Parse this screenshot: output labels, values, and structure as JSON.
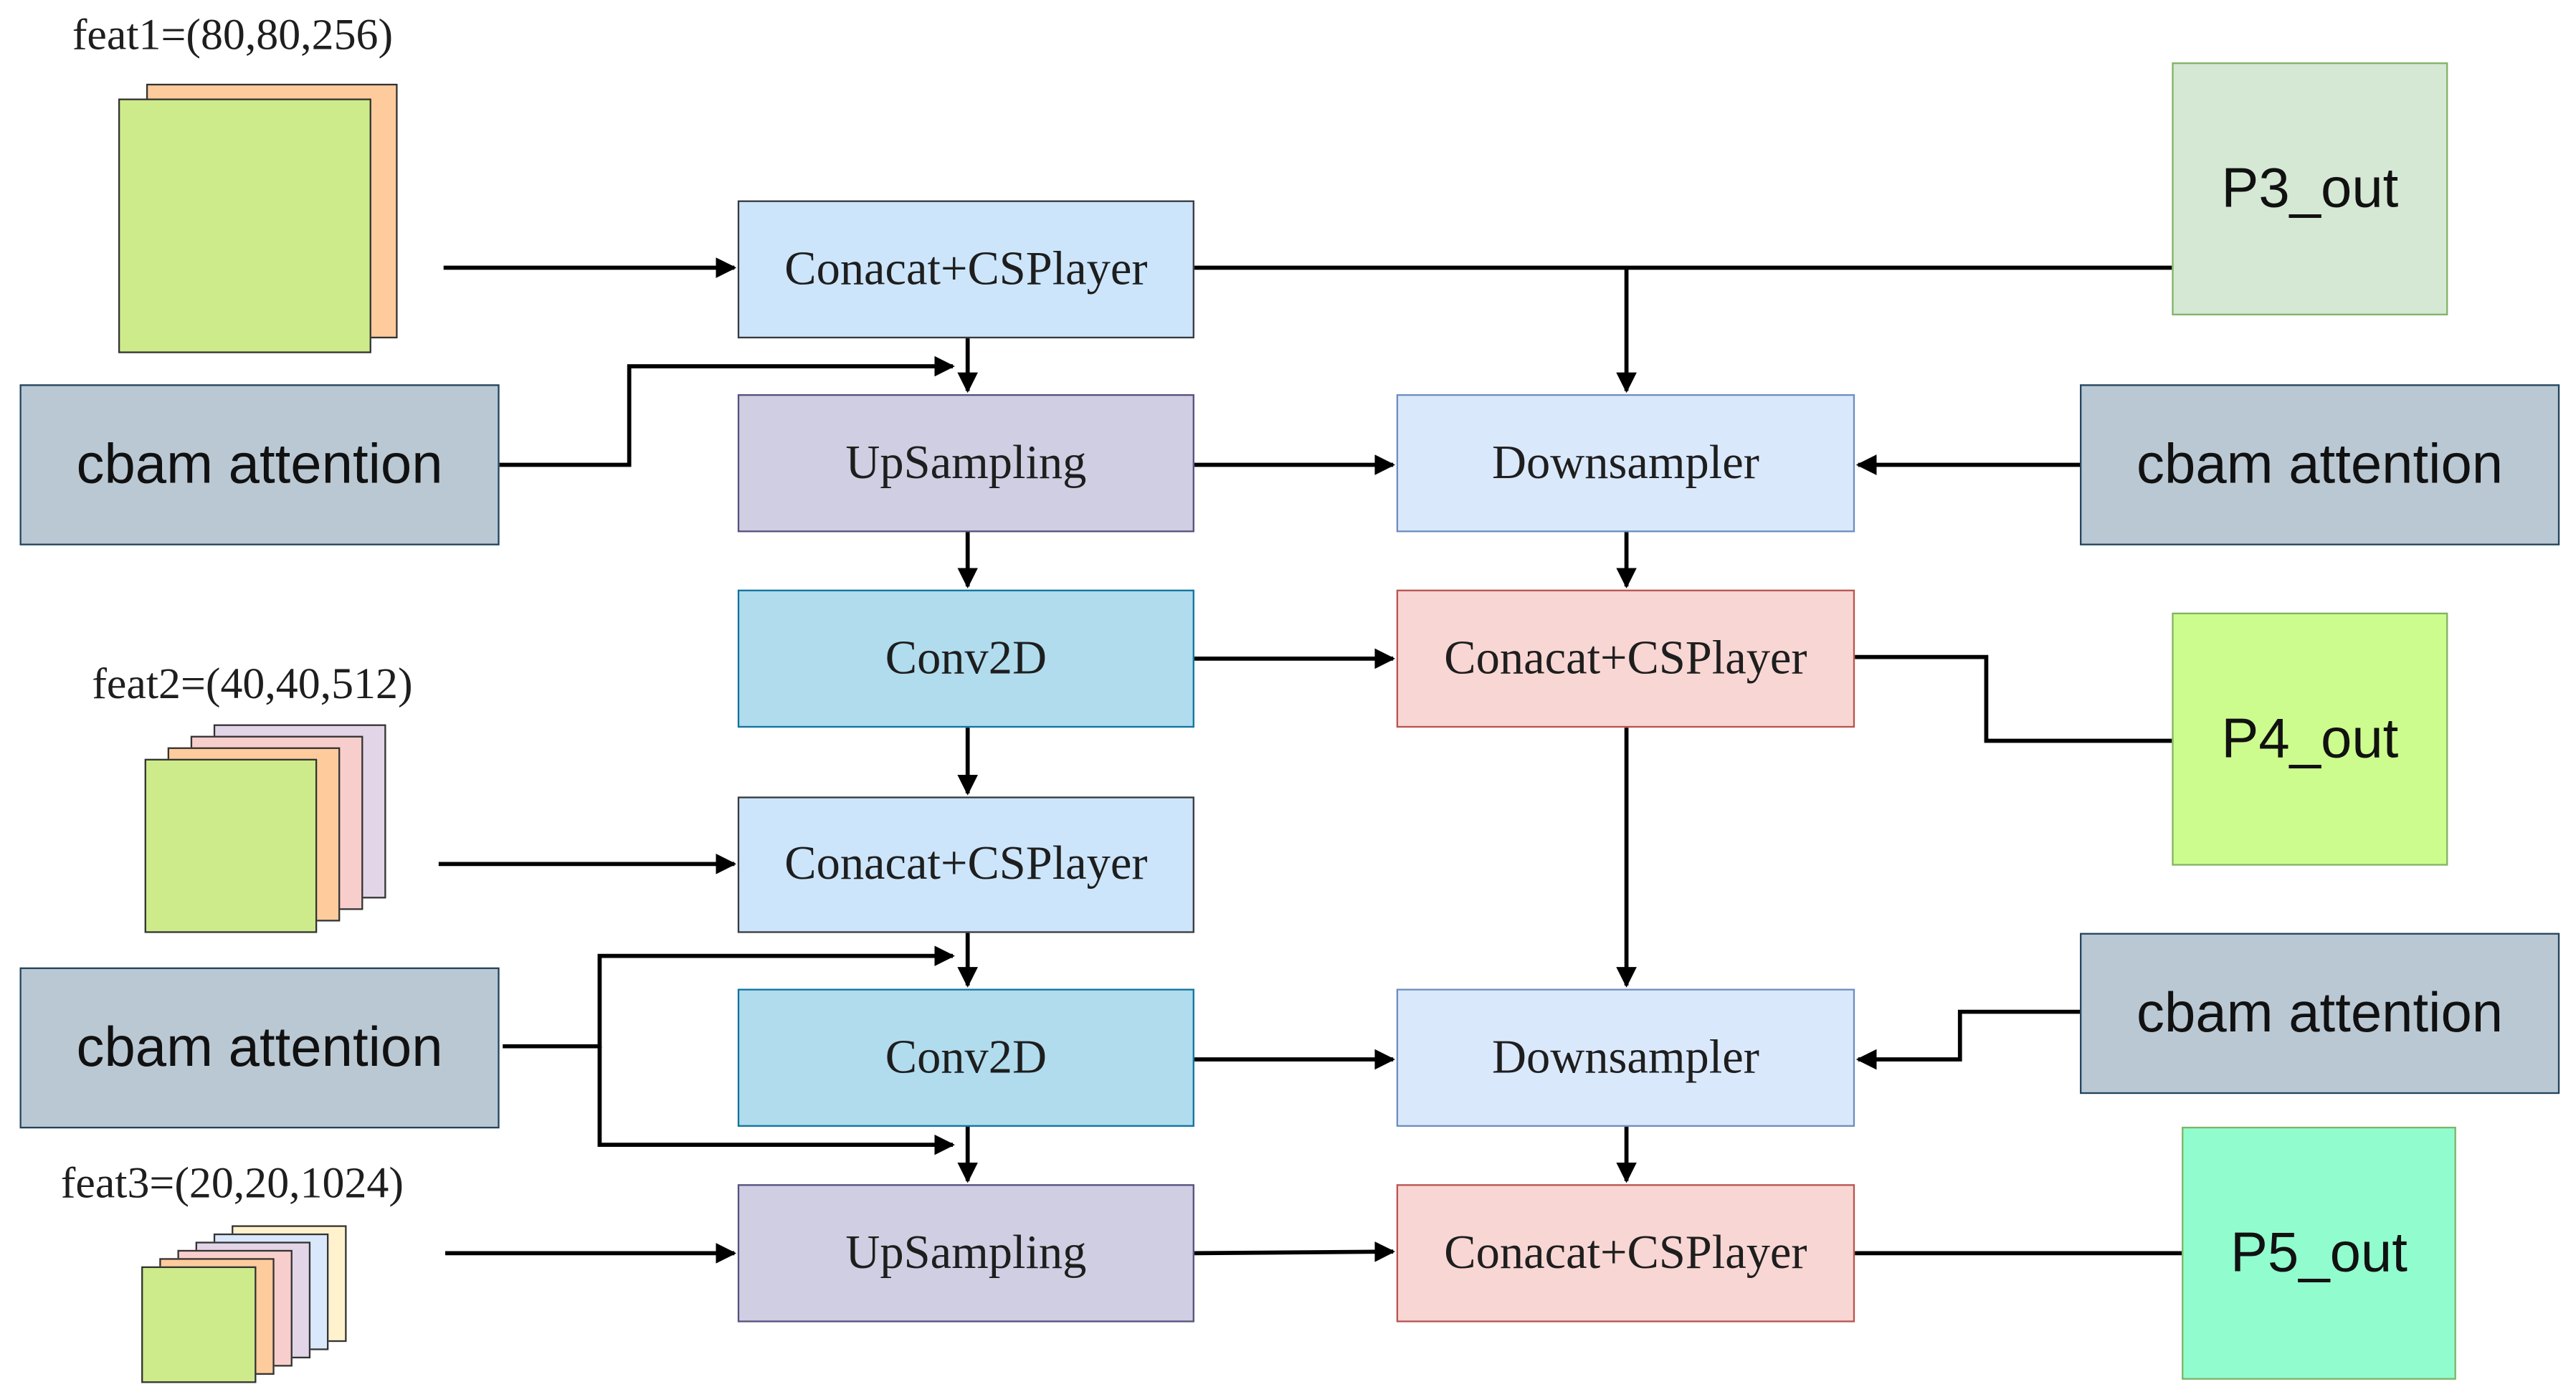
{
  "inputs": {
    "feat1": "feat1=(80,80,256)",
    "feat2": "feat2=(40,40,512)",
    "feat3": "feat3=(20,20,1024)"
  },
  "blocks": {
    "concat_top": "Conacat+CSPlayer",
    "upsample_top": "UpSampling",
    "conv_top": "Conv2D",
    "concat_mid": "Conacat+CSPlayer",
    "conv_mid": "Conv2D",
    "upsample_bottom": "UpSampling",
    "downsampler_top": "Downsampler",
    "concat_right_mid": "Conacat+CSPlayer",
    "downsampler_bottom": "Downsampler",
    "concat_right_bottom": "Conacat+CSPlayer"
  },
  "attention": {
    "left_top": "cbam attention",
    "left_bottom": "cbam attention",
    "right_top": "cbam attention",
    "right_bottom": "cbam attention"
  },
  "outputs": {
    "p3": "P3_out",
    "p4": "P4_out",
    "p5": "P5_out"
  },
  "colors": {
    "concat_blue": "#cce5fb",
    "upsampling_purple": "#d0cee2",
    "conv2d_cyan": "#b0dcee",
    "downsampler_blue": "#dae8fb",
    "concat_red": "#f8d6d3",
    "cbam_gray": "#bac8d3",
    "p3_green": "#d5e8d4",
    "p4_lime": "#cdfc8e",
    "p5_mint": "#91fdcf",
    "feature_green": "#cdeb8b",
    "feature_orange": "#fecb9c",
    "feature_pink": "#f8cecc",
    "feature_lavender": "#e1d5e7",
    "feature_blue": "#dae8fc",
    "feature_yellow": "#fff2cc"
  }
}
